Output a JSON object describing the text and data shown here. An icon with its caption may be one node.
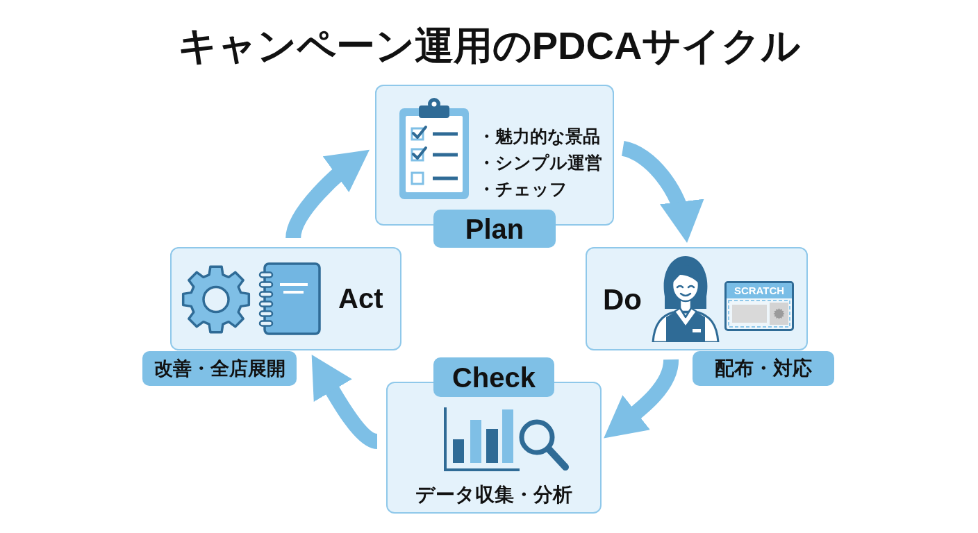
{
  "diagram": {
    "title": "キャンペーン運用のPDCAサイクル",
    "nodes": [
      {
        "text": [
          "・魅力的な景品",
          "・シンプル運営",
          "・チェッフ"
        ]
      },
      {
        "text": [
          "Plan"
        ]
      },
      {
        "text": [
          "Do",
          "SCRATCH"
        ]
      },
      {
        "text": [
          "配布・対応"
        ]
      },
      {
        "text": [
          "Check"
        ]
      },
      {
        "text": [
          "データ収集・分析"
        ]
      },
      {
        "text": [
          "Act"
        ]
      },
      {
        "text": [
          "改善・全店展開"
        ]
      }
    ],
    "edges": [
      {
        "from": 0,
        "to": 2,
        "arrow": "to"
      },
      {
        "from": 2,
        "to": 5,
        "arrow": "to"
      },
      {
        "from": 5,
        "to": 6,
        "arrow": "to"
      },
      {
        "from": 6,
        "to": 0,
        "arrow": "to"
      }
    ]
  }
}
